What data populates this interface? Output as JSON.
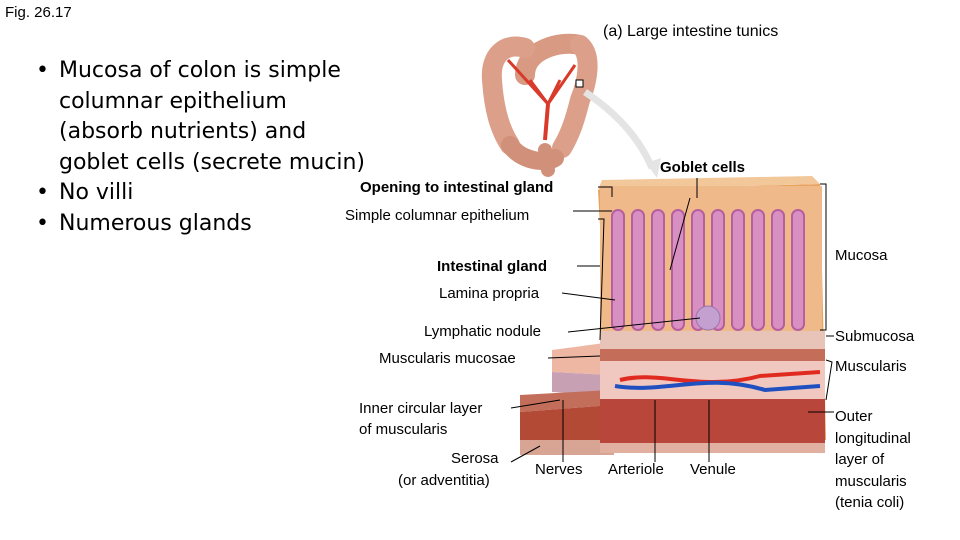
{
  "figure_number": "Fig. 26.17",
  "panel_title": "(a) Large intestine tunics",
  "bullets": [
    "Mucosa of colon is simple columnar epithelium (absorb nutrients) and goblet cells (secrete mucin)",
    "No villi",
    "Numerous glands"
  ],
  "labels": {
    "goblet_cells": "Goblet cells",
    "opening_gland": "Opening to intestinal gland",
    "simple_columnar": "Simple columnar epithelium",
    "intestinal_gland": "Intestinal gland",
    "lamina_propria": "Lamina propria",
    "lymphatic_nodule": "Lymphatic nodule",
    "muscularis_mucosae": "Muscularis mucosae",
    "inner_circular_1": "Inner circular layer",
    "inner_circular_2": "of muscularis",
    "serosa_1": "Serosa",
    "serosa_2": "(or adventitia)",
    "nerves": "Nerves",
    "arteriole": "Arteriole",
    "venule": "Venule",
    "mucosa": "Mucosa",
    "submucosa": "Submucosa",
    "muscularis": "Muscularis",
    "outer_long": [
      "Outer",
      "longitudinal",
      "layer of",
      "muscularis",
      "(tenia coli)"
    ]
  }
}
